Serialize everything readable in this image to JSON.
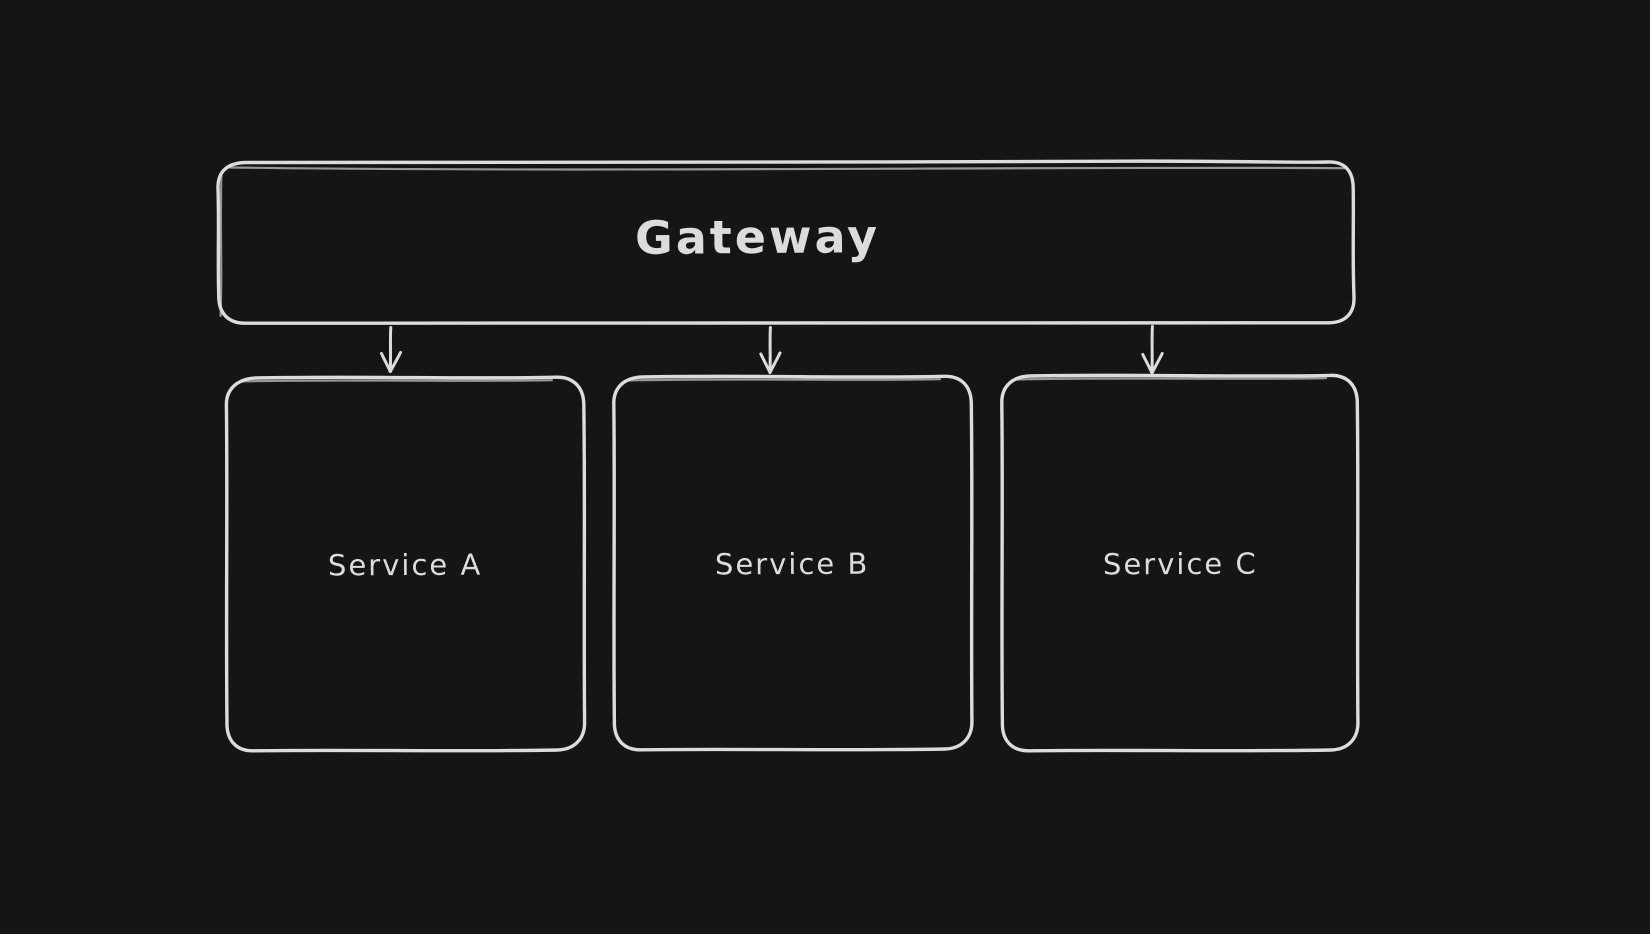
{
  "canvas": {
    "background": "#151515",
    "stroke_color": "#dcdcdc",
    "text_color": "#dcdcdc",
    "style": "hand-drawn"
  },
  "diagram": {
    "type": "flowchart",
    "nodes": [
      {
        "id": "gateway",
        "label": "Gateway",
        "shape": "rounded-rectangle"
      },
      {
        "id": "service-a",
        "label": "Service A",
        "shape": "rounded-rectangle"
      },
      {
        "id": "service-b",
        "label": "Service B",
        "shape": "rounded-rectangle"
      },
      {
        "id": "service-c",
        "label": "Service C",
        "shape": "rounded-rectangle"
      }
    ],
    "edges": [
      {
        "from": "gateway",
        "to": "service-a",
        "style": "arrow-down"
      },
      {
        "from": "gateway",
        "to": "service-b",
        "style": "arrow-down"
      },
      {
        "from": "gateway",
        "to": "service-c",
        "style": "arrow-down"
      }
    ]
  }
}
